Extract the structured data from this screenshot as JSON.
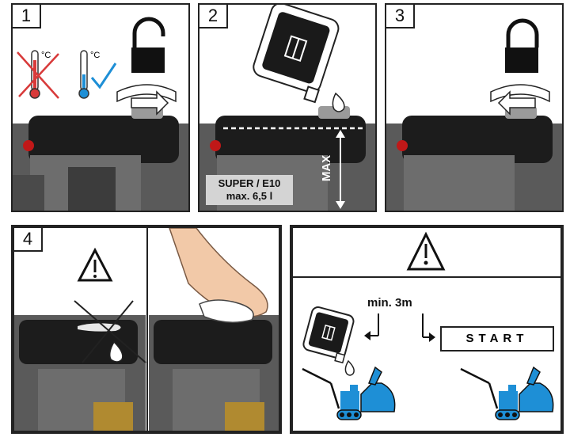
{
  "steps": [
    {
      "number": "1",
      "temp_unit_cold": "°C",
      "temp_unit_warm": "°C"
    },
    {
      "number": "2",
      "fuel_label_line1": "SUPER / E10",
      "fuel_label_line2": "max. 6,5 l",
      "max_label": "MAX"
    },
    {
      "number": "3"
    },
    {
      "number": "4"
    },
    {
      "distance_label": "min. 3m",
      "start_label": "START"
    }
  ],
  "colors": {
    "accent_blue": "#1e8fd6",
    "warning_red": "#d83a3a",
    "check_blue": "#1e8fd6",
    "engine_dark": "#2a2a2a"
  },
  "icons": [
    "padlock-open-icon",
    "padlock-closed-icon",
    "rotate-arrow-icon",
    "thermometer-icon",
    "fuel-can-icon",
    "fuel-drop-icon",
    "warning-triangle-icon",
    "hand-with-cloth-icon",
    "snow-blower-icon",
    "arrow-right-icon"
  ]
}
